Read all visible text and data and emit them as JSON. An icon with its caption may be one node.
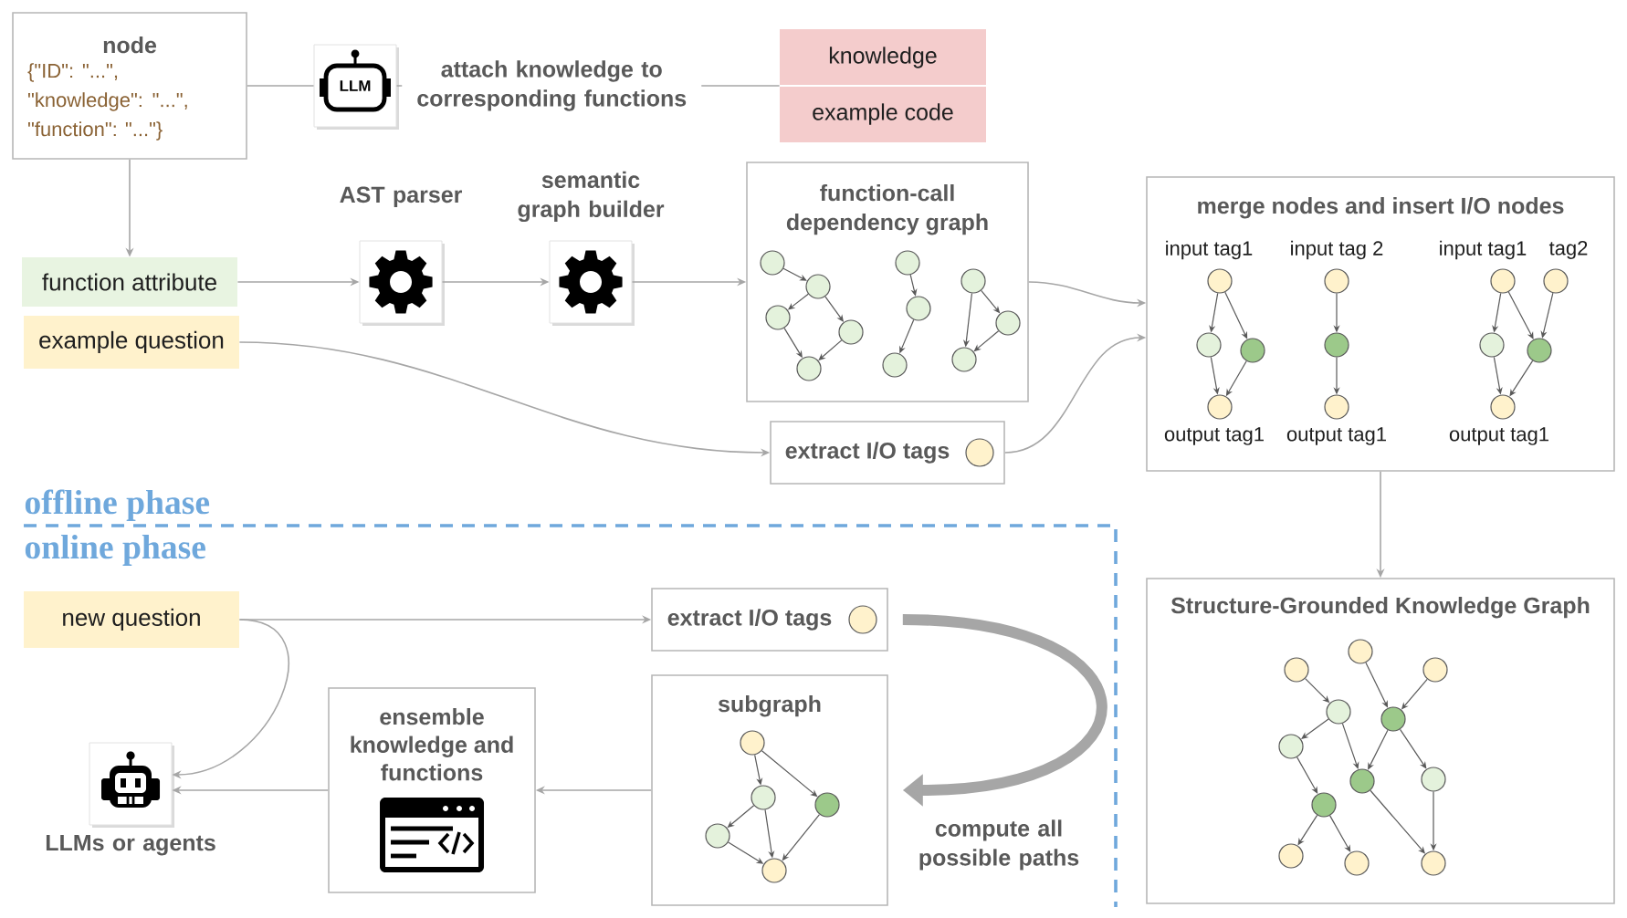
{
  "diagram": {
    "nodes": [
      {
        "text": [
          "node",
          "{\"ID\": \"...\", \"knowledge\": \"...\", \"function\": \"...\"}"
        ]
      },
      {
        "text": [
          "LLM"
        ]
      },
      {
        "text": [
          "knowledge",
          "example code"
        ]
      },
      {
        "text": [
          "function attribute"
        ]
      },
      {
        "text": [
          "example question"
        ]
      },
      {
        "text": [
          "AST parser"
        ]
      },
      {
        "text": [
          "semantic graph builder"
        ]
      },
      {
        "text": [
          "function-call dependency graph"
        ]
      },
      {
        "text": [],
        "shape": "circle",
        "in": 7
      },
      {
        "text": [],
        "shape": "circle",
        "in": 7
      },
      {
        "text": [],
        "shape": "circle",
        "in": 7
      },
      {
        "text": [],
        "shape": "circle",
        "in": 7
      },
      {
        "text": [],
        "shape": "circle",
        "in": 7
      },
      {
        "text": [],
        "shape": "circle",
        "in": 7
      },
      {
        "text": [],
        "shape": "circle",
        "in": 7
      },
      {
        "text": [],
        "shape": "circle",
        "in": 7
      },
      {
        "text": [],
        "shape": "circle",
        "in": 7
      },
      {
        "text": [],
        "shape": "circle",
        "in": 7
      },
      {
        "text": [],
        "shape": "circle",
        "in": 7
      },
      {
        "text": [
          "extract I/O tags"
        ]
      },
      {
        "text": [
          "merge nodes and insert I/O nodes"
        ]
      },
      {
        "text": [],
        "shape": "circle",
        "in": 20,
        "beside": [
          "input tag1"
        ]
      },
      {
        "text": [],
        "shape": "circle",
        "in": 20
      },
      {
        "text": [],
        "shape": "circle",
        "in": 20
      },
      {
        "text": [],
        "shape": "circle",
        "in": 20,
        "beside": [
          "output tag1"
        ]
      },
      {
        "text": [],
        "shape": "circle",
        "in": 20,
        "beside": [
          "input tag 2"
        ]
      },
      {
        "text": [],
        "shape": "circle",
        "in": 20
      },
      {
        "text": [],
        "shape": "circle",
        "in": 20,
        "beside": [
          "output tag1"
        ]
      },
      {
        "text": [],
        "shape": "circle",
        "in": 20,
        "beside": [
          "input tag1"
        ]
      },
      {
        "text": [],
        "shape": "circle",
        "in": 20,
        "beside": [
          "tag2"
        ]
      },
      {
        "text": [],
        "shape": "circle",
        "in": 20
      },
      {
        "text": [],
        "shape": "circle",
        "in": 20
      },
      {
        "text": [],
        "shape": "circle",
        "in": 20,
        "beside": [
          "output tag1"
        ]
      },
      {
        "text": [
          "new question"
        ]
      },
      {
        "text": [
          "extract I/O tags"
        ]
      },
      {
        "text": [
          "Structure-Grounded Knowledge Graph"
        ]
      },
      {
        "text": [],
        "shape": "circle",
        "in": 35
      },
      {
        "text": [],
        "shape": "circle",
        "in": 35
      },
      {
        "text": [],
        "shape": "circle",
        "in": 35
      },
      {
        "text": [],
        "shape": "circle",
        "in": 35
      },
      {
        "text": [],
        "shape": "circle",
        "in": 35
      },
      {
        "text": [],
        "shape": "circle",
        "in": 35
      },
      {
        "text": [],
        "shape": "circle",
        "in": 35
      },
      {
        "text": [],
        "shape": "circle",
        "in": 35
      },
      {
        "text": [],
        "shape": "circle",
        "in": 35
      },
      {
        "text": [],
        "shape": "circle",
        "in": 35
      },
      {
        "text": [],
        "shape": "circle",
        "in": 35
      },
      {
        "text": [],
        "shape": "circle",
        "in": 35
      },
      {
        "text": [
          "subgraph"
        ]
      },
      {
        "text": [],
        "shape": "circle",
        "in": 48
      },
      {
        "text": [],
        "shape": "circle",
        "in": 48
      },
      {
        "text": [],
        "shape": "circle",
        "in": 48
      },
      {
        "text": [],
        "shape": "circle",
        "in": 48
      },
      {
        "text": [],
        "shape": "circle",
        "in": 48
      },
      {
        "text": [
          "ensemble knowledge and functions"
        ]
      },
      {
        "text": [
          "LLMs or agents"
        ]
      }
    ],
    "edges": [
      {
        "from": 0,
        "to": 3,
        "arrow": "to",
        "color": "#a6a6a6"
      },
      {
        "from": 0,
        "to": 1,
        "arrow": "none",
        "color": "#a6a6a6"
      },
      {
        "from": 1,
        "to": 2,
        "arrow": "none",
        "label": "attach knowledge to corresponding functions",
        "color": "#a6a6a6"
      },
      {
        "from": 3,
        "to": 5,
        "arrow": "to",
        "color": "#a6a6a6"
      },
      {
        "from": 5,
        "to": 6,
        "arrow": "to",
        "color": "#a6a6a6"
      },
      {
        "from": 6,
        "to": 7,
        "arrow": "to",
        "color": "#a6a6a6"
      },
      {
        "from": 4,
        "to": 19,
        "arrow": "to",
        "color": "#a6a6a6"
      },
      {
        "from": 7,
        "to": 20,
        "arrow": "to",
        "color": "#a6a6a6"
      },
      {
        "from": 19,
        "to": 20,
        "arrow": "to",
        "color": "#a6a6a6"
      },
      {
        "from": 20,
        "to": 35,
        "arrow": "to",
        "color": "#a6a6a6"
      },
      {
        "from": 8,
        "to": 9,
        "arrow": "to"
      },
      {
        "from": 9,
        "to": 10,
        "arrow": "to"
      },
      {
        "from": 9,
        "to": 11,
        "arrow": "to"
      },
      {
        "from": 10,
        "to": 12,
        "arrow": "to"
      },
      {
        "from": 11,
        "to": 12,
        "arrow": "to"
      },
      {
        "from": 13,
        "to": 14,
        "arrow": "to"
      },
      {
        "from": 14,
        "to": 15,
        "arrow": "to"
      },
      {
        "from": 16,
        "to": 17,
        "arrow": "to"
      },
      {
        "from": 16,
        "to": 18,
        "arrow": "to"
      },
      {
        "from": 17,
        "to": 18,
        "arrow": "to"
      },
      {
        "from": 21,
        "to": 22,
        "arrow": "to"
      },
      {
        "from": 21,
        "to": 23,
        "arrow": "to"
      },
      {
        "from": 22,
        "to": 24,
        "arrow": "to"
      },
      {
        "from": 23,
        "to": 24,
        "arrow": "to"
      },
      {
        "from": 25,
        "to": 26,
        "arrow": "to"
      },
      {
        "from": 26,
        "to": 27,
        "arrow": "to"
      },
      {
        "from": 28,
        "to": 30,
        "arrow": "to"
      },
      {
        "from": 28,
        "to": 31,
        "arrow": "to"
      },
      {
        "from": 29,
        "to": 31,
        "arrow": "to"
      },
      {
        "from": 30,
        "to": 32,
        "arrow": "to"
      },
      {
        "from": 31,
        "to": 32,
        "arrow": "to"
      },
      {
        "from": 36,
        "to": 39,
        "arrow": "to"
      },
      {
        "from": 37,
        "to": 40,
        "arrow": "to"
      },
      {
        "from": 38,
        "to": 40,
        "arrow": "to"
      },
      {
        "from": 39,
        "to": 41,
        "arrow": "to"
      },
      {
        "from": 39,
        "to": 42,
        "arrow": "to"
      },
      {
        "from": 40,
        "to": 42,
        "arrow": "to"
      },
      {
        "from": 40,
        "to": 43,
        "arrow": "to"
      },
      {
        "from": 41,
        "to": 44,
        "arrow": "to"
      },
      {
        "from": 44,
        "to": 45,
        "arrow": "to"
      },
      {
        "from": 44,
        "to": 46,
        "arrow": "to"
      },
      {
        "from": 42,
        "to": 47,
        "arrow": "to"
      },
      {
        "from": 43,
        "to": 47,
        "arrow": "to"
      },
      {
        "from": 33,
        "to": 34,
        "arrow": "to",
        "color": "#a6a6a6"
      },
      {
        "from": 33,
        "to": 55,
        "arrow": "to",
        "color": "#a6a6a6"
      },
      {
        "from": 34,
        "to": 48,
        "arrow": "to",
        "label": "compute all possible paths",
        "style": "thick",
        "color": "#a6a6a6"
      },
      {
        "from": 48,
        "to": 54,
        "arrow": "to",
        "color": "#a6a6a6"
      },
      {
        "from": 54,
        "to": 55,
        "arrow": "to",
        "color": "#a6a6a6"
      },
      {
        "from": 49,
        "to": 50,
        "arrow": "to"
      },
      {
        "from": 49,
        "to": 51,
        "arrow": "to"
      },
      {
        "from": 50,
        "to": 52,
        "arrow": "to"
      },
      {
        "from": 50,
        "to": 53,
        "arrow": "to"
      },
      {
        "from": 51,
        "to": 53,
        "arrow": "to"
      },
      {
        "from": 52,
        "to": 53,
        "arrow": "to"
      }
    ],
    "labels": [
      "offline phase",
      "online phase"
    ]
  }
}
